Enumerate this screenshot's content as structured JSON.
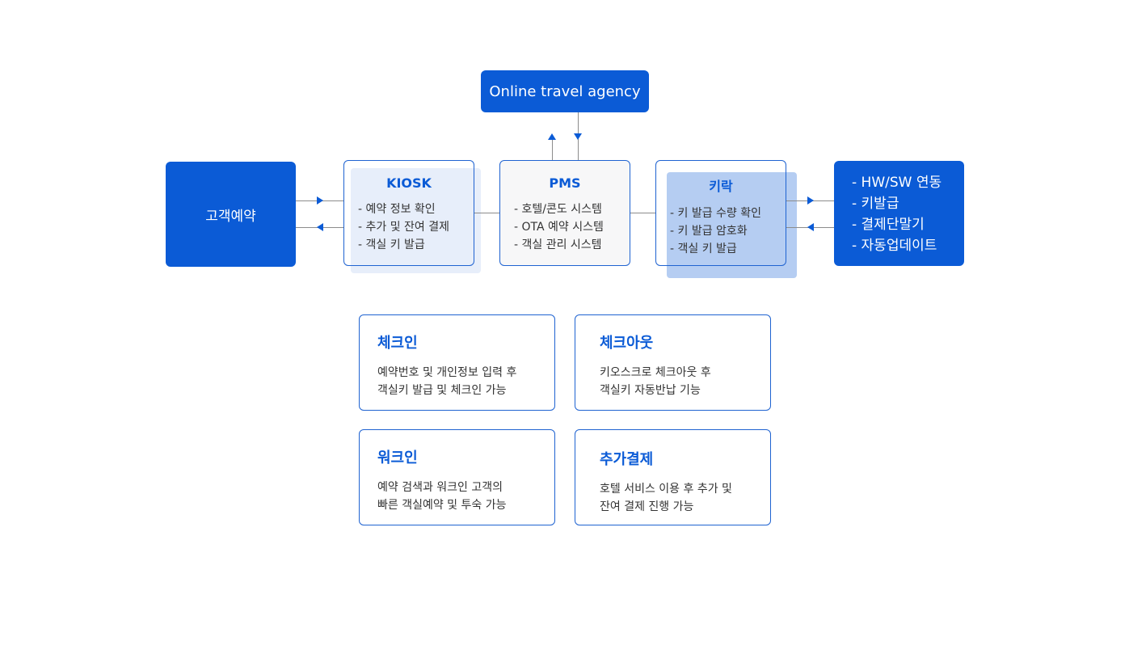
{
  "ota": {
    "label": "Online travel agency"
  },
  "customer": {
    "label": "고객예약"
  },
  "kiosk": {
    "title": "KIOSK",
    "items": [
      "- 예약 정보 확인",
      "- 추가 및 잔여 결제",
      "- 객실 키 발급"
    ]
  },
  "pms": {
    "title": "PMS",
    "items": [
      "- 호텔/콘도 시스템",
      "- OTA 예약 시스템",
      "- 객실 관리 시스템"
    ]
  },
  "keylock": {
    "title": "키락",
    "items": [
      "- 키 발급 수량 확인",
      "- 키 발급 암호화",
      "- 객실 키 발급"
    ]
  },
  "hwsw": {
    "items": [
      "- HW/SW 연동",
      "- 키발급",
      "- 결제단말기",
      "- 자동업데이트"
    ]
  },
  "cards": [
    {
      "title": "체크인",
      "lines": [
        "예약번호 및 개인정보 입력 후",
        "객실키 발급 및 체크인 가능"
      ]
    },
    {
      "title": "체크아웃",
      "lines": [
        "키오스크로 체크아웃 후",
        "객실키 자동반납 기능"
      ]
    },
    {
      "title": "워크인",
      "lines": [
        "예약 검색과 워크인 고객의",
        "빠른 객실예약 및 투숙 가능"
      ]
    },
    {
      "title": "추가결제",
      "lines": [
        "호텔 서비스 이용 후 추가 및",
        "잔여 결제 진행 가능"
      ]
    }
  ],
  "colors": {
    "accent": "#0b5bd6",
    "light_fill": "#e7eefa",
    "mid_fill": "#b5cdf2",
    "connector": "#8c8c8c"
  }
}
